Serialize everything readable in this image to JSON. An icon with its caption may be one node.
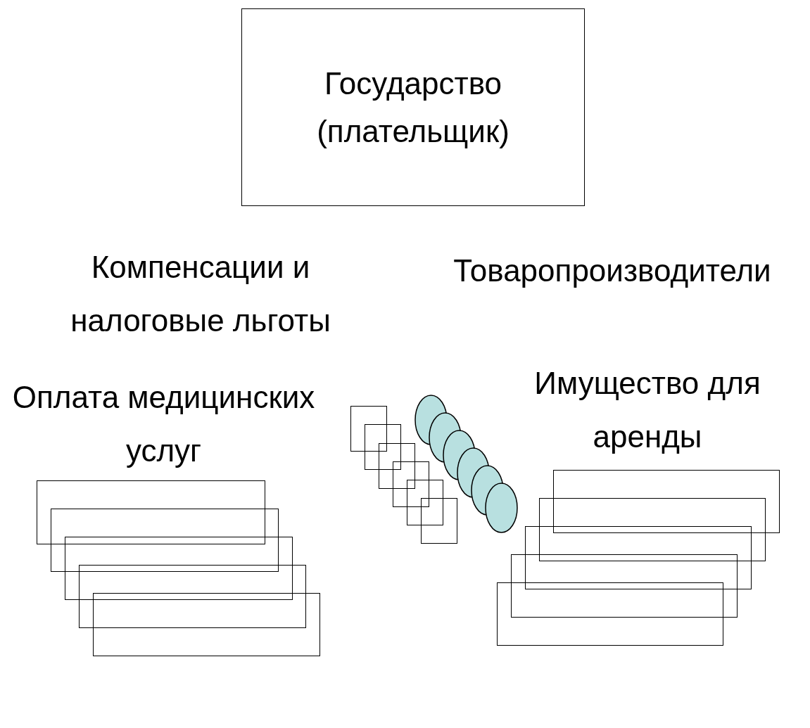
{
  "diagram": {
    "nodes": [
      {
        "text": [
          "Государство (плательщик)"
        ]
      },
      {
        "text": [],
        "shape": "box"
      },
      {
        "text": [],
        "shape": "box"
      },
      {
        "text": [],
        "shape": "box"
      },
      {
        "text": [],
        "shape": "box"
      },
      {
        "text": [],
        "shape": "box"
      },
      {
        "text": [],
        "shape": "box"
      },
      {
        "text": [],
        "shape": "box"
      },
      {
        "text": [],
        "shape": "box"
      },
      {
        "text": [],
        "shape": "box"
      },
      {
        "text": [],
        "shape": "box"
      },
      {
        "text": [],
        "shape": "box"
      },
      {
        "text": [],
        "shape": "circle"
      },
      {
        "text": [],
        "shape": "circle"
      },
      {
        "text": [],
        "shape": "circle"
      },
      {
        "text": [],
        "shape": "circle"
      },
      {
        "text": [],
        "shape": "circle"
      },
      {
        "text": [],
        "shape": "circle"
      },
      {
        "text": [],
        "shape": "box"
      },
      {
        "text": [],
        "shape": "box"
      },
      {
        "text": [],
        "shape": "box"
      },
      {
        "text": [],
        "shape": "box"
      },
      {
        "text": [],
        "shape": "box"
      }
    ],
    "edges": [],
    "labels": [
      "Компенсации и налоговые льготы",
      "Товаропроизводители",
      "Оплата медицинских услуг",
      "Имущество для аренды"
    ]
  }
}
